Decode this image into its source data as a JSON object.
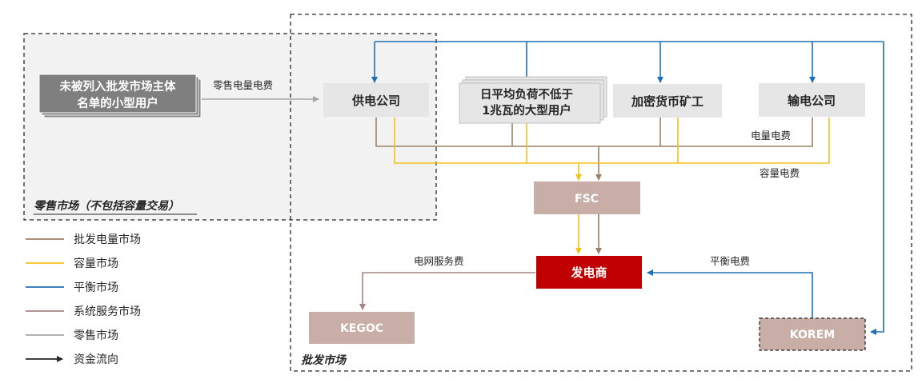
{
  "nodes": {
    "small_users": {
      "line1": "未被列入批发市场主体",
      "line2": "名单的小型用户"
    },
    "supply_company": "供电公司",
    "large_users": {
      "line1": "日平均负荷不低于",
      "line2": "1兆瓦的大型用户"
    },
    "crypto_miners": "加密货币矿工",
    "transmission_company": "输电公司",
    "fsc": "FSC",
    "generators": "发电商",
    "kegoc": "KEGOC",
    "korem": "KOREM"
  },
  "regions": {
    "retail": "零售市场（不包括容量交易）",
    "wholesale": "批发市场"
  },
  "flow_labels": {
    "retail_fee": "零售电量电费",
    "energy_fee": "电量电费",
    "capacity_fee": "容量电费",
    "grid_service_fee": "电网服务费",
    "balancing_fee": "平衡电费"
  },
  "legend": [
    {
      "label": "批发电量市场",
      "color": "#9b8165",
      "arrow": false
    },
    {
      "label": "容量市场",
      "color": "#f2c21b",
      "arrow": false
    },
    {
      "label": "平衡市场",
      "color": "#1f6fb4",
      "arrow": false
    },
    {
      "label": "系统服务市场",
      "color": "#a58480",
      "arrow": false
    },
    {
      "label": "零售市场",
      "color": "#a6a6a6",
      "arrow": false
    },
    {
      "label": "资金流向",
      "color": "#262626",
      "arrow": true
    }
  ],
  "colors": {
    "energy": "#9b8165",
    "capacity": "#f2c21b",
    "balancing": "#1f6fb4",
    "system_service": "#a58480",
    "retail": "#a6a6a6",
    "generator_fill": "#c00000",
    "node_fill": "#c9ada7",
    "light_fill": "#e7e6e6",
    "dark_fill": "#7f7f7f"
  }
}
